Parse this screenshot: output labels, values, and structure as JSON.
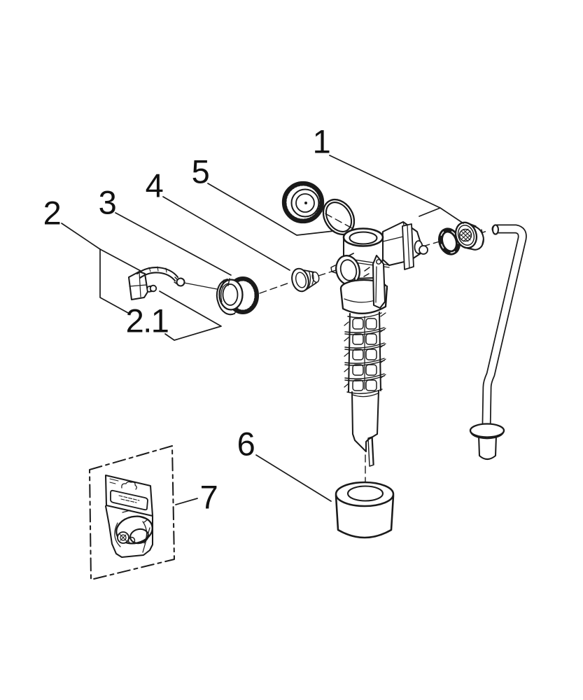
{
  "diagram": {
    "type": "exploded-parts-diagram",
    "subject": "cistern filling valve exploded view",
    "background_color": "#ffffff",
    "line_color": "#1a1a1a",
    "labels": [
      {
        "text": "1",
        "part": "inlet-seal-and-mounting-nut"
      },
      {
        "text": "2",
        "part": "float-lever-arm"
      },
      {
        "text": "2.1",
        "part": "lever-pin"
      },
      {
        "text": "3",
        "part": "knurled-coupling-nut"
      },
      {
        "text": "4",
        "part": "valve-cone"
      },
      {
        "text": "5",
        "part": "cap-and-o-ring"
      },
      {
        "text": "6",
        "part": "muffler-cup"
      },
      {
        "text": "7",
        "part": "spare-seal-kit-bag"
      }
    ]
  }
}
